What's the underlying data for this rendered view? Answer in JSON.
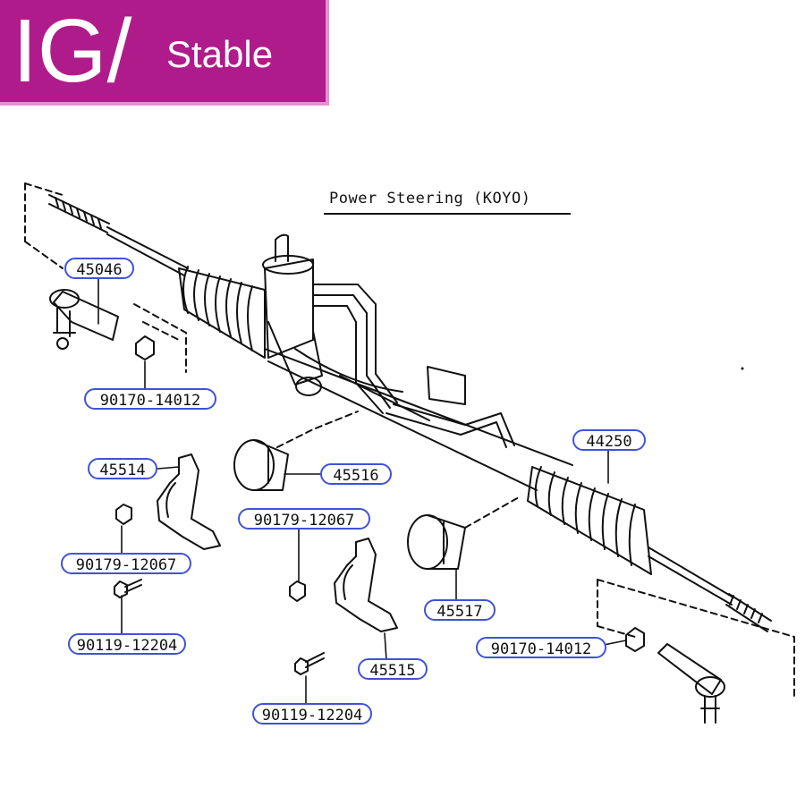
{
  "brand": {
    "logo": "IG/",
    "subtitle": "Stable",
    "background": "#b01b8c"
  },
  "diagram": {
    "title": "Power Steering (KOYO)",
    "callout_border_color": "#3f52d8",
    "part_numbers": {
      "tie_rod_end_left": "45046",
      "nut_left": "90170-14012",
      "bracket_left": "45514",
      "bushing_left": "45516",
      "nut_bracket_left": "90179-12067",
      "bolt_left": "90119-12204",
      "nut_bracket_mid": "90179-12067",
      "rack_boot_right": "44250",
      "bushing_right": "45517",
      "bracket_right": "45515",
      "nut_right": "90170-14012",
      "bolt_mid": "90119-12204"
    }
  }
}
